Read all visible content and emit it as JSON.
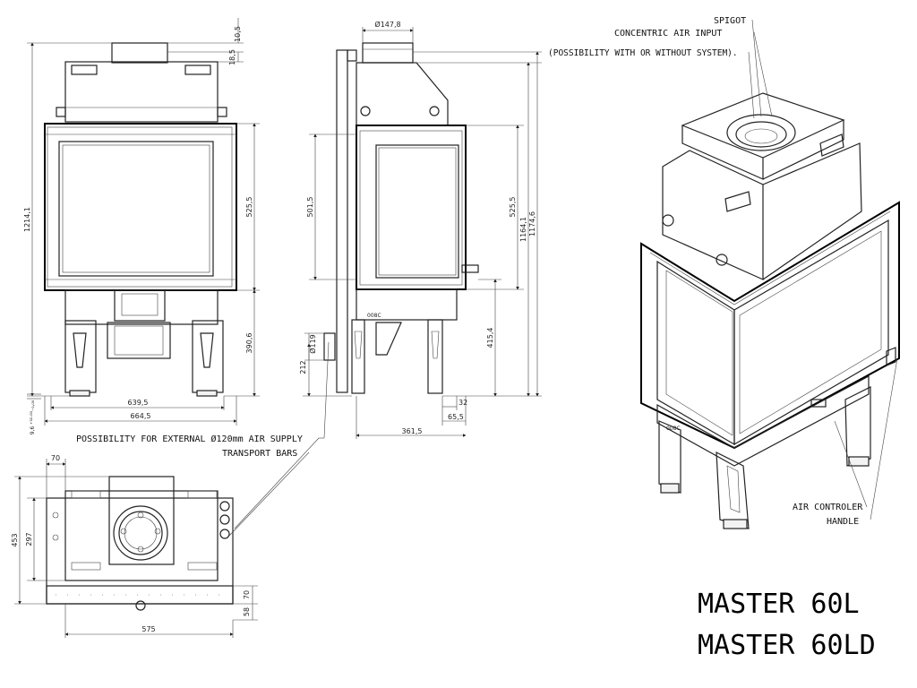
{
  "title": {
    "line1": "MASTER 60L",
    "line2": "MASTER 60LD"
  },
  "annotations": {
    "spigot": "SPIGOT",
    "concentric": "CONCENTRIC AIR INPUT",
    "possibility_system": "(POSSIBILITY WITH OR WITHOUT SYSTEM).",
    "external_air": "POSSIBILITY FOR EXTERNAL Ø120mm AIR SUPPLY",
    "transport_bars": "TRANSPORT BARS",
    "air_controller": "AIR CONTROLER",
    "handle": "HANDLE"
  },
  "front_view": {
    "height_total": "1214,1",
    "top_dim_a": "10,5",
    "top_dim_b": "18,5",
    "glass_height": "525,5",
    "legs_height": "390,6",
    "base_offset": "9,6 ⁺³²·⁰⁰₋₀,₀₀",
    "inner_width": "639,5",
    "outer_width": "664,5"
  },
  "side_view": {
    "spigot_diameter": "Ø147,8",
    "glass_height": "501,5",
    "door_height": "525,5",
    "height_a": "1164,1",
    "height_b": "1174,6",
    "air_inlet_diameter": "Ø119",
    "air_inlet_height": "212",
    "legs_height": "415,4",
    "foot_a": "32",
    "foot_b": "65,5",
    "depth": "361,5",
    "badge": "008C"
  },
  "top_view": {
    "offset": "70",
    "depth_total": "453",
    "depth_inner": "297",
    "front_a": "70",
    "front_b": "58",
    "width": "575"
  },
  "iso_view": {
    "badge": "008C"
  }
}
